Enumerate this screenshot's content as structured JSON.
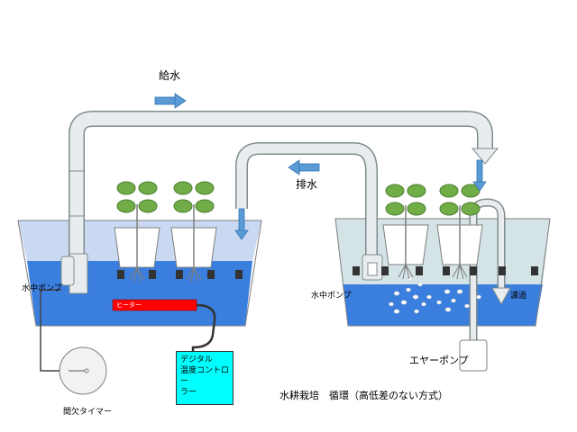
{
  "labels": {
    "supply": "給水",
    "drain": "排水",
    "left_pump": "水中ポンプ",
    "right_pump": "水中ポンプ",
    "timer": "間欠タイマー",
    "air_pump": "エヤーポンプ",
    "filter": "濾過",
    "title": "水耕栽培　循環（高低差のない方式）",
    "heater": "ヒーター"
  },
  "controller": {
    "lines": [
      "デジタル",
      "温度コントロー",
      "ラー"
    ]
  },
  "colors": {
    "water": "#3a7ede",
    "water_dark": "#2f6fcf",
    "left_tank_top": "#c9d9f2",
    "right_tank_top": "#d3e3e6",
    "pipe": "#e8ecef",
    "pipe_edge": "#7f8c8d",
    "arrow": "#5b9bd5",
    "heater": "#ff0000",
    "leaf": "#70ad47",
    "leaf_edge": "#4e7d31",
    "controller_bg": "#00ffff",
    "net_pot": "#333333"
  }
}
